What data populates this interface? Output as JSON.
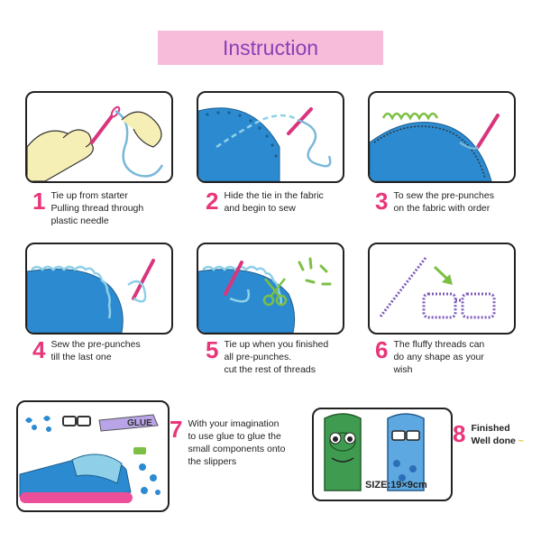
{
  "title": "Instruction",
  "steps": [
    {
      "num": "1",
      "lines": [
        "Tie up from starter",
        "Pulling thread through",
        "plastic needle"
      ]
    },
    {
      "num": "2",
      "lines": [
        "Hide the tie in the fabric",
        "and begin to sew"
      ]
    },
    {
      "num": "3",
      "lines": [
        "To sew the pre-punches",
        "on the fabric with order"
      ]
    },
    {
      "num": "4",
      "lines": [
        "Sew the pre-punches",
        "till the last one"
      ]
    },
    {
      "num": "5",
      "lines": [
        "Tie up when you finished",
        "all pre-punches.",
        "cut the rest of threads"
      ]
    },
    {
      "num": "6",
      "lines": [
        "The fluffy threads can",
        "do any shape as your",
        "wish"
      ]
    },
    {
      "num": "7",
      "lines": [
        "With your imagination",
        "to use glue to glue the",
        "small components onto",
        "the slippers"
      ]
    }
  ],
  "step8": {
    "num": "8",
    "finished": "Finished",
    "welldone": "Well done"
  },
  "glue_label": "GLUE",
  "size_label": "SIZE:19×9cm",
  "colors": {
    "pink_number": "#e8367a",
    "title_bg": "#f7bcd9",
    "title_text": "#8b3fb7",
    "blue_fabric": "#2c8bd0",
    "needle": "#d9357d"
  }
}
